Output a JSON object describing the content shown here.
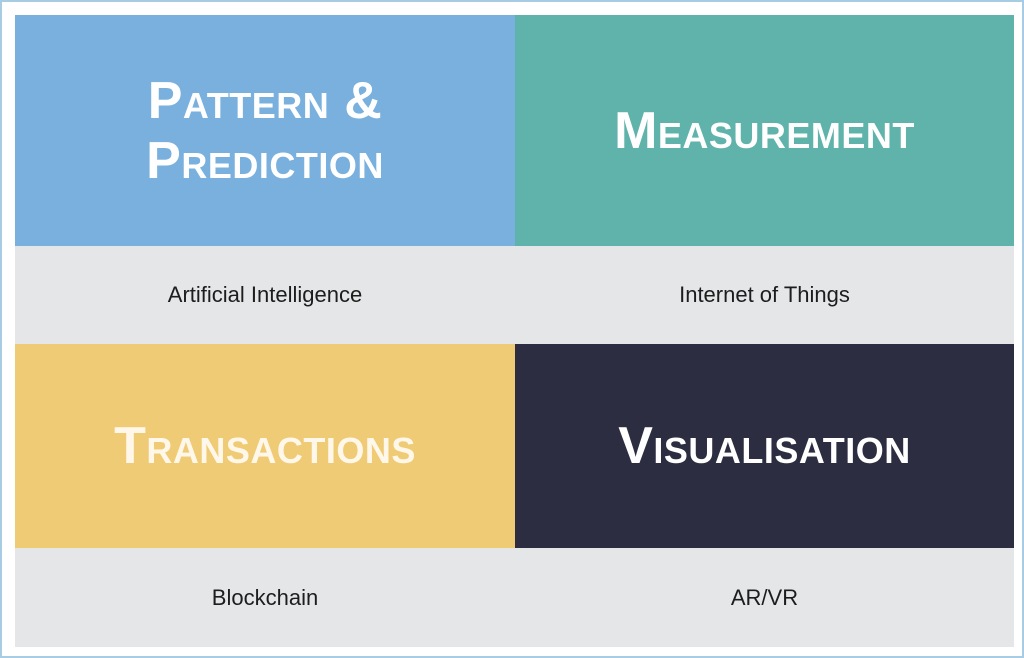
{
  "colors": {
    "frame_border": "#a9cce5",
    "tile_pattern": "#79b0de",
    "tile_measurement": "#5fb3aa",
    "tile_transactions": "#efcb76",
    "tile_visualisation": "#2c2d40",
    "label_background": "#e4e6e8"
  },
  "quadrants": [
    {
      "heading_line1": "Pattern &",
      "heading_line2": "Prediction",
      "label": "Artificial Intelligence"
    },
    {
      "heading_line1": "Measurement",
      "label": "Internet of Things"
    },
    {
      "heading_line1": "Transactions",
      "label": "Blockchain"
    },
    {
      "heading_line1": "Visualisation",
      "label": "AR/VR"
    }
  ]
}
